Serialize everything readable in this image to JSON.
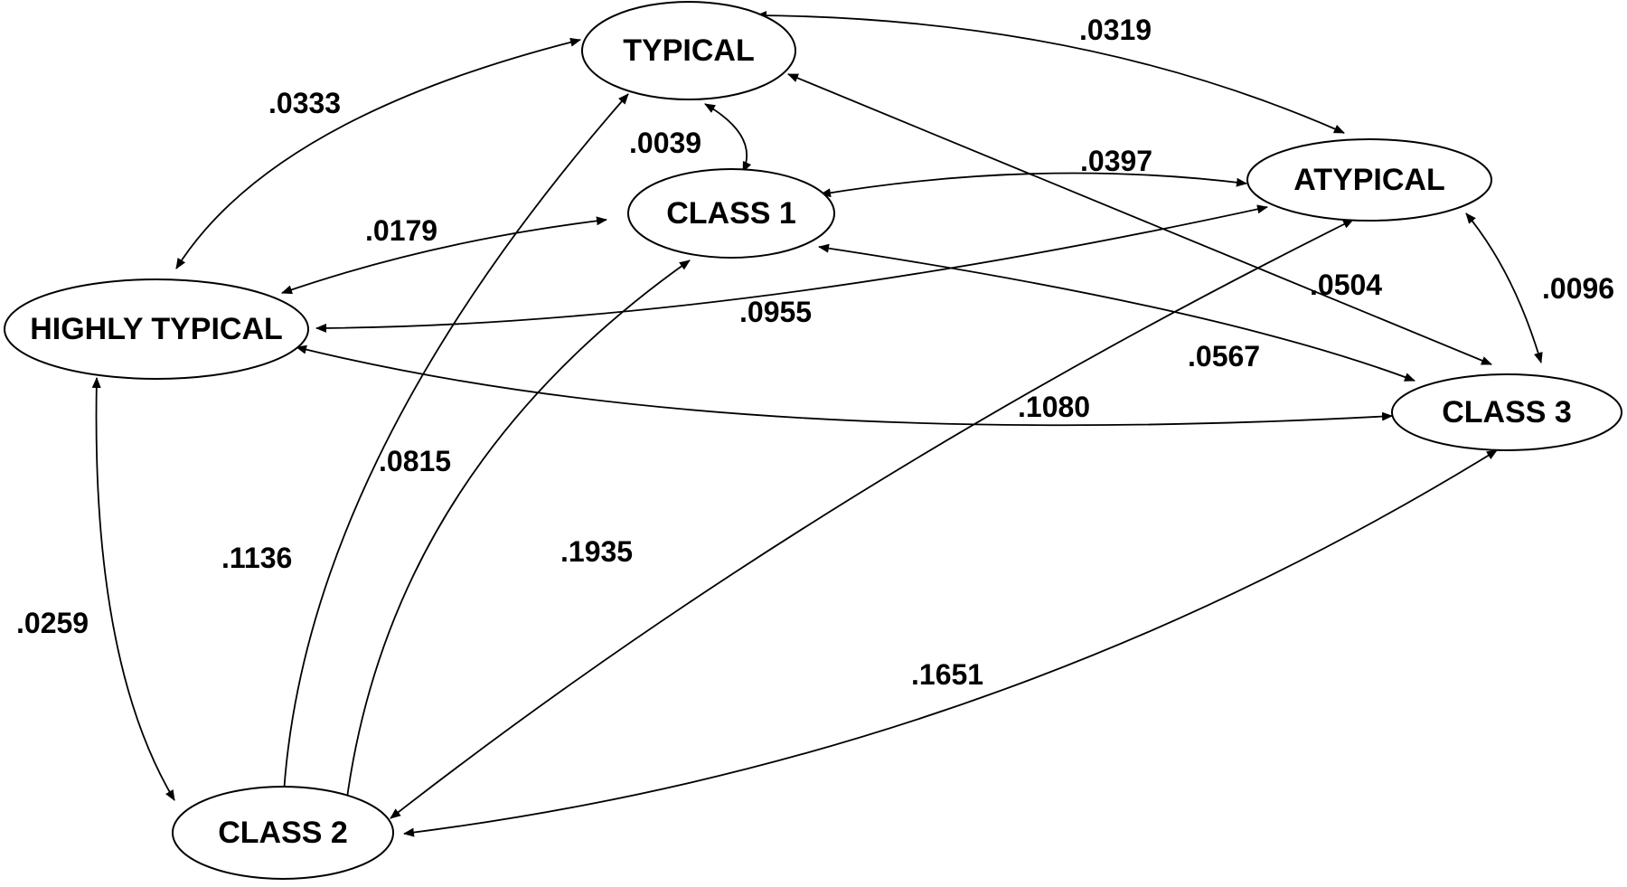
{
  "nodes": {
    "typical": "TYPICAL",
    "class1": "CLASS 1",
    "atypical": "ATYPICAL",
    "highly_typical": "HIGHLY TYPICAL",
    "class3": "CLASS 3",
    "class2": "CLASS 2"
  },
  "edges": [
    {
      "from": "typical",
      "to": "atypical",
      "weight": ".0319"
    },
    {
      "from": "typical",
      "to": "highly_typical",
      "weight": ".0333"
    },
    {
      "from": "typical",
      "to": "class1",
      "weight": ".0039"
    },
    {
      "from": "class1",
      "to": "atypical",
      "weight": ".0397"
    },
    {
      "from": "highly_typical",
      "to": "class1",
      "weight": ".0179"
    },
    {
      "from": "atypical",
      "to": "highly_typical",
      "weight": ".0955"
    },
    {
      "from": "typical",
      "to": "class3",
      "weight": ".0504"
    },
    {
      "from": "atypical",
      "to": "class3",
      "weight": ".0096"
    },
    {
      "from": "class1",
      "to": "class3",
      "weight": ".0567"
    },
    {
      "from": "highly_typical",
      "to": "class3",
      "weight": ".1080"
    },
    {
      "from": "class1",
      "to": "class2",
      "weight": ".0815"
    },
    {
      "from": "typical",
      "to": "class2",
      "weight": ".1136"
    },
    {
      "from": "atypical",
      "to": "class2",
      "weight": ".1935"
    },
    {
      "from": "highly_typical",
      "to": "class2",
      "weight": ".0259"
    },
    {
      "from": "class3",
      "to": "class2",
      "weight": ".1651"
    }
  ]
}
